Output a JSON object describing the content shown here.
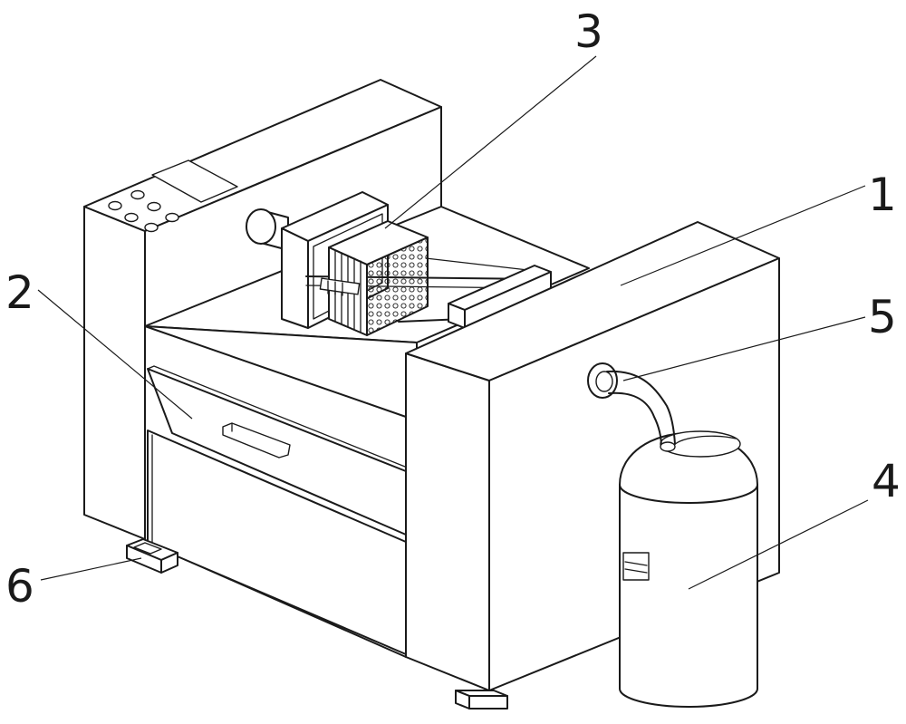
{
  "labels": {
    "part_1": "1",
    "part_2": "2",
    "part_3": "3",
    "part_4": "4",
    "part_5": "5",
    "part_6": "6"
  },
  "colors": {
    "line": "#1a1a1a",
    "fill": "#ffffff"
  }
}
